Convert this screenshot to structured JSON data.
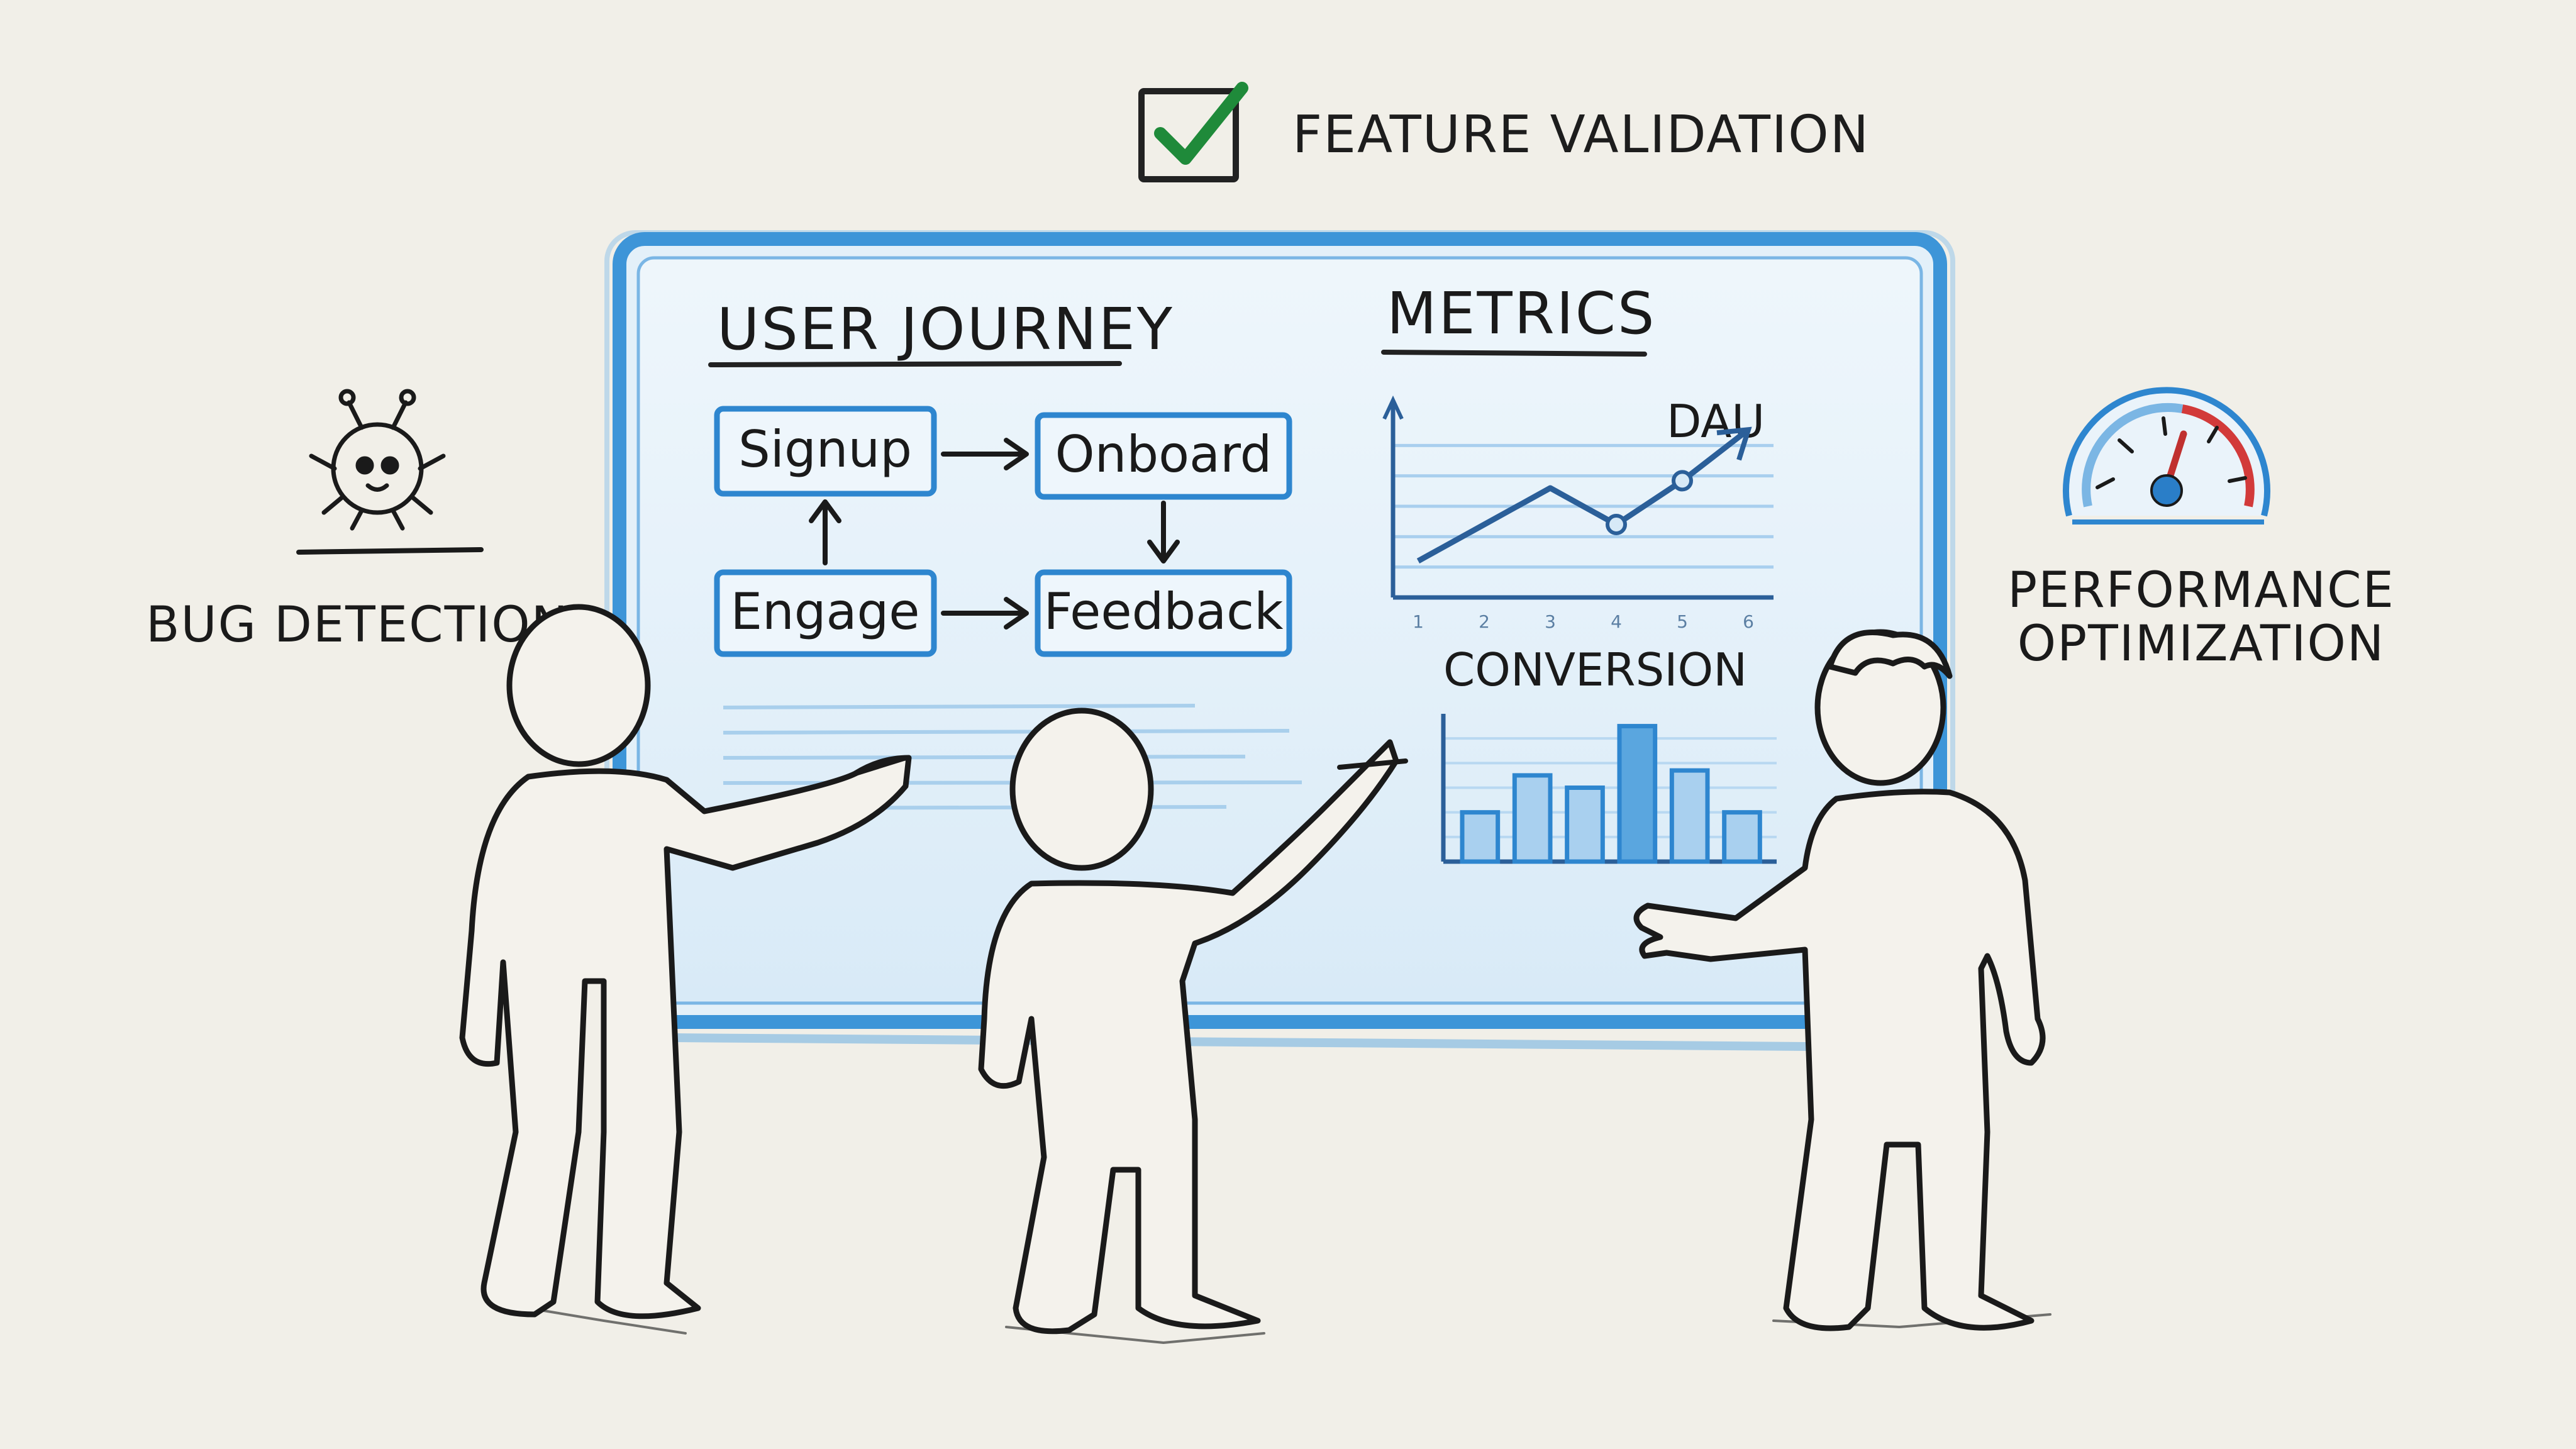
{
  "top_label": {
    "text": "FEATURE VALIDATION",
    "icon": "checkmark-box-icon",
    "check_color": "#1f8a3a"
  },
  "left_label": {
    "text": "BUG DETECTION",
    "icon": "bug-icon"
  },
  "right_label": {
    "line1": "PERFORMANCE",
    "line2": "OPTIMIZATION",
    "icon": "speedometer-icon"
  },
  "screen": {
    "border_color": "#3d95d8",
    "fill_color": "#e3f0f9",
    "journey": {
      "title": "USER JOURNEY",
      "nodes": [
        "Signup",
        "Onboard",
        "Feedback",
        "Engage"
      ]
    },
    "metrics": {
      "title": "METRICS"
    }
  },
  "chart_data": [
    {
      "type": "line",
      "series_label": "DAU",
      "x": [
        1,
        2,
        3,
        4,
        5,
        6
      ],
      "x_tick_labels": [
        "1",
        "2",
        "3",
        "4",
        "5",
        "6"
      ],
      "values": [
        1.0,
        2.0,
        3.0,
        2.0,
        3.2,
        4.6
      ],
      "highlight_points": [
        3,
        4
      ],
      "trend_arrow": true,
      "grid": true,
      "color": "#2b5f99"
    },
    {
      "type": "bar",
      "title": "CONVERSION",
      "values": [
        2,
        3.5,
        3,
        5.5,
        3.7,
        2
      ],
      "highlight_index": 3,
      "bar_color": "#a9d0ef",
      "highlight_color": "#5aa6df",
      "grid": true
    }
  ]
}
